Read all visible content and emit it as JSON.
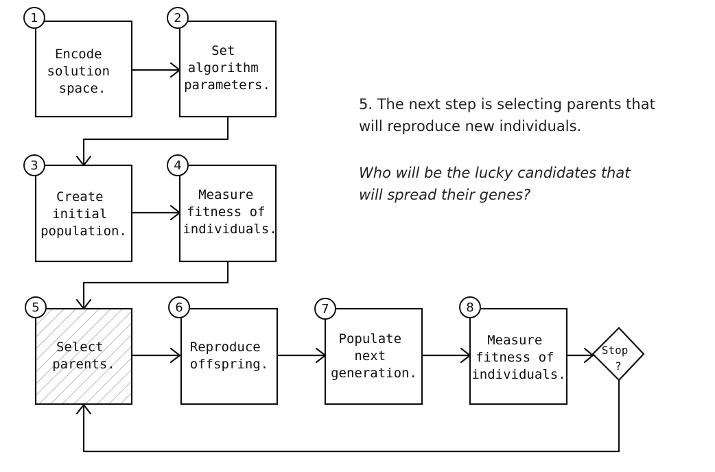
{
  "steps": [
    {
      "num": "1",
      "lines": [
        "Encode",
        "solution",
        "space."
      ]
    },
    {
      "num": "2",
      "lines": [
        "Set",
        "algorithm",
        "parameters."
      ]
    },
    {
      "num": "3",
      "lines": [
        "Create",
        "initial",
        "population."
      ]
    },
    {
      "num": "4",
      "lines": [
        "Measure",
        "fitness of",
        "individuals."
      ]
    },
    {
      "num": "5",
      "lines": [
        "Select",
        "parents."
      ]
    },
    {
      "num": "6",
      "lines": [
        "Reproduce",
        "offspring."
      ]
    },
    {
      "num": "7",
      "lines": [
        "Populate",
        "next",
        "generation."
      ]
    },
    {
      "num": "8",
      "lines": [
        "Measure",
        "fitness of",
        "individuals."
      ]
    }
  ],
  "decision": {
    "lines": [
      "Stop",
      "?"
    ]
  },
  "highlighted_step": "5",
  "note": {
    "line1": "5. The next step is selecting parents that",
    "line2": "will reproduce new individuals.",
    "question_line1": "Who will be the lucky candidates that",
    "question_line2": "will spread their genes?"
  }
}
